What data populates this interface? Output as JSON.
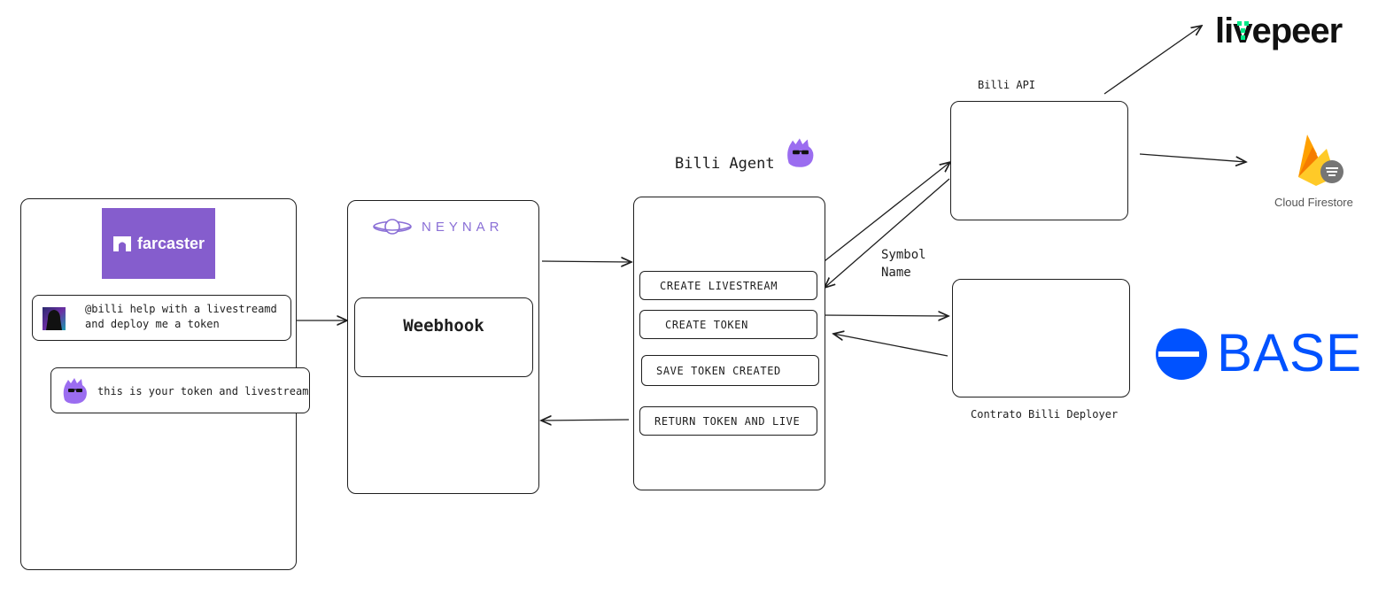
{
  "farcaster": {
    "logo_text": "farcaster",
    "logo_color": "#855DCD"
  },
  "messages": {
    "user_message": "@billi help with a livestreamd and deploy me a token",
    "bot_reply": "this is your token and livestream"
  },
  "neynar": {
    "logo_text": "NEYNAR",
    "webhook_label": "Weebhook",
    "color": "#8a6fd6"
  },
  "agent": {
    "title": "Billi Agent",
    "steps": [
      "CREATE LIVESTREAM",
      "CREATE TOKEN",
      "SAVE TOKEN CREATED",
      "RETURN TOKEN AND LIVE"
    ]
  },
  "api": {
    "title": "Billi API",
    "params": [
      "Symbol",
      "Name"
    ]
  },
  "contract": {
    "title": "Contrato Billi Deployer"
  },
  "external": {
    "livepeer_text": "livepeer",
    "livepeer_color": "#00eb88",
    "firestore_text": "Cloud Firestore",
    "base_text": "BASE",
    "base_color": "#0052FF"
  }
}
